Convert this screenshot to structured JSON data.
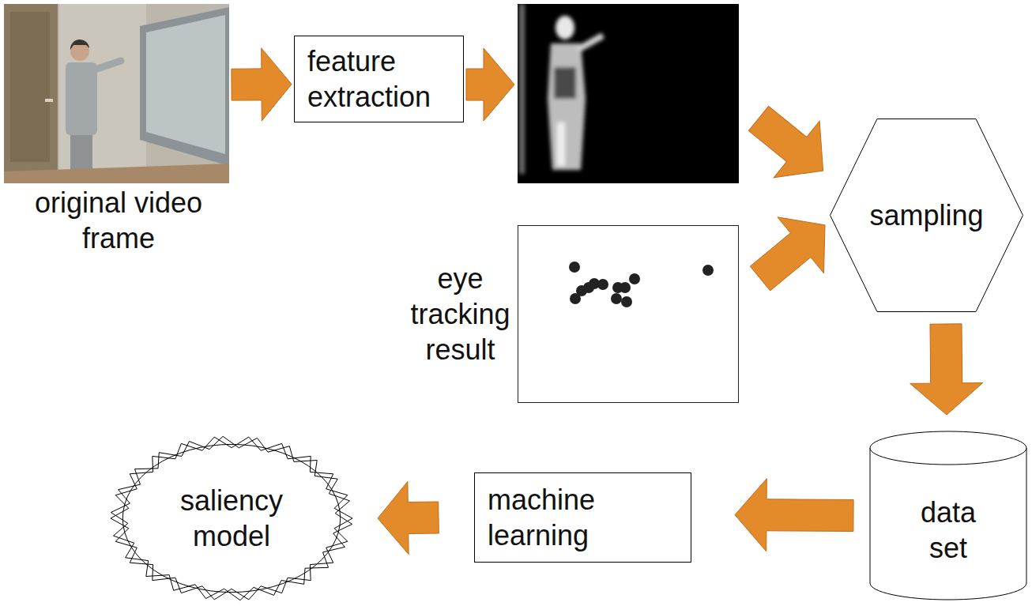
{
  "diagram": {
    "nodes": [
      {
        "text": [
          "original video frame"
        ]
      },
      {
        "text": [
          "feature extraction"
        ]
      },
      {
        "text": [
          "sampling"
        ]
      },
      {
        "text": [
          "eye tracking result"
        ]
      },
      {
        "text": [
          "data set"
        ]
      },
      {
        "text": [
          "machine learning"
        ]
      },
      {
        "text": [
          "saliency model"
        ]
      }
    ],
    "edges": [
      {
        "from": 0,
        "to": 1,
        "arrow": "to"
      },
      {
        "from": 3,
        "to": 2,
        "arrow": "to"
      },
      {
        "from": 2,
        "to": 4,
        "arrow": "to"
      },
      {
        "from": 4,
        "to": 5,
        "arrow": "to"
      },
      {
        "from": 5,
        "to": 6,
        "arrow": "to"
      }
    ]
  }
}
